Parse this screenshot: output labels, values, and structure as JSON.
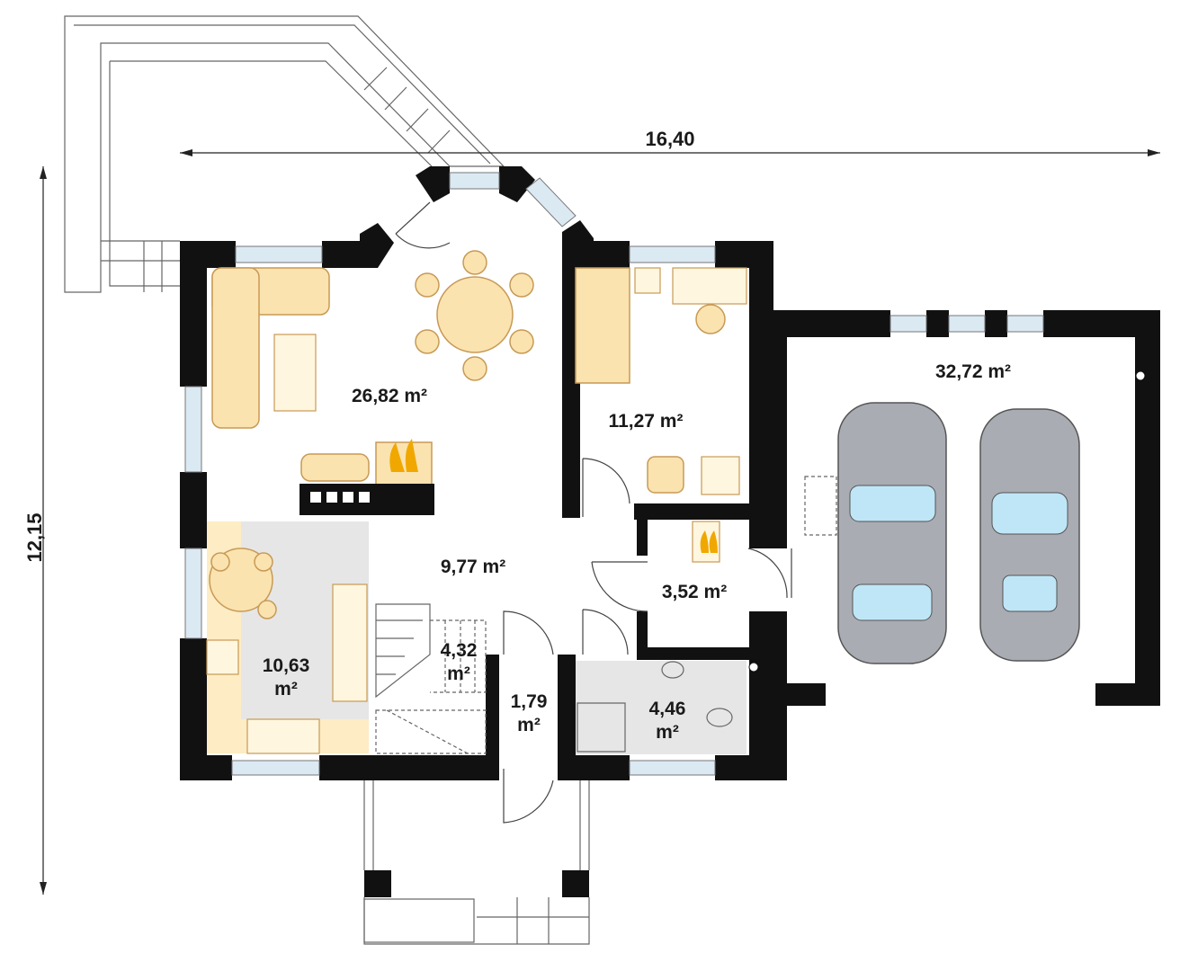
{
  "dimensions": {
    "width": "16,40",
    "depth": "12,15"
  },
  "rooms": {
    "living": "26,82 m²",
    "bedroom": "11,27 m²",
    "garage": "32,72 m²",
    "hall": "9,77 m²",
    "boiler": "3,52 m²",
    "kitchen_value": "10,63",
    "kitchen_unit": "m²",
    "stairs_value": "4,32",
    "stairs_unit": "m²",
    "vestibule_value": "1,79",
    "vestibule_unit": "m²",
    "bathroom_value": "4,46",
    "bathroom_unit": "m²"
  },
  "colors": {
    "wall": "#111111",
    "furniture": "#fbe3b0",
    "window": "#dbe9f3",
    "floor_tile": "#e6e6e6",
    "car": "#a9acb2"
  }
}
